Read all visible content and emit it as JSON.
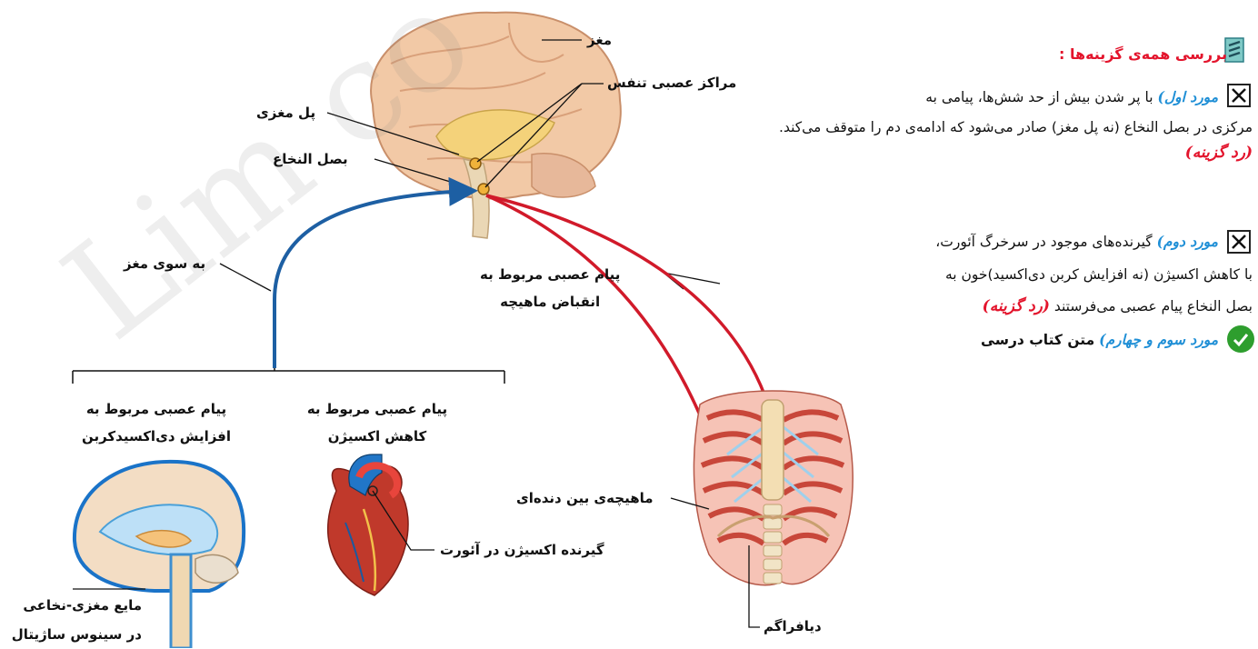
{
  "watermark": "Lim co",
  "diagram_labels": {
    "brain": "مغز",
    "respiratory_centers": "مراکز عصبی تنفس",
    "pons": "پل مغزی",
    "medulla": "بصل النخاع",
    "to_brain": "به سوی مغز",
    "muscle_message_line1": "پیام عصبی مربوط به",
    "muscle_message_line2": "انقباض ماهیچه",
    "msg_co2_line1": "پیام عصبی مربوط به",
    "msg_co2_line2": "افزایش دی‌اکسیدکربن",
    "msg_o2_line1": "پیام عصبی مربوط به",
    "msg_o2_line2": "کاهش اکسیژن",
    "intercostal": "ماهیچه‌ی بین دنده‌ای",
    "aorta_receptor": "گیرنده اکسیژن در آئورت",
    "csf_line1": "مایع مغزی-نخاعی",
    "csf_line2": "در سینوس ساژیتال",
    "diaphragm": "دیافراگم"
  },
  "review": {
    "heading": "بررسی همه‌ی گزینه‌ها :",
    "item1": {
      "tag": "مورد اول)",
      "line1": "با پر شدن بیش از حد شش‌ها، پیامی به",
      "line2": "مرکزی در بصل النخاع (نه پل مغز) صادر می‌شود که ادامه‌ی دم را متوقف می‌کند.",
      "reject": "(رد گزینه)"
    },
    "item2": {
      "tag": "مورد دوم)",
      "line1": "گیرنده‌های موجود در سرخرگ آئورت،",
      "line2": "با کاهش اکسیژن (نه افزایش کربن دی‌اکسید)خون به",
      "line3": "بصل النخاع پیام عصبی می‌فرستند",
      "reject": "(رد گزینه)"
    },
    "item3": {
      "tag": "مورد سوم و چهارم)",
      "text": "متن کتاب درسی"
    }
  },
  "colors": {
    "accent_blue": "#1f8fd6",
    "reject_red": "#e3142c",
    "arrow_blue": "#1d5fa3",
    "arrow_red": "#d11a2a",
    "check_green": "#2e9e2e"
  }
}
